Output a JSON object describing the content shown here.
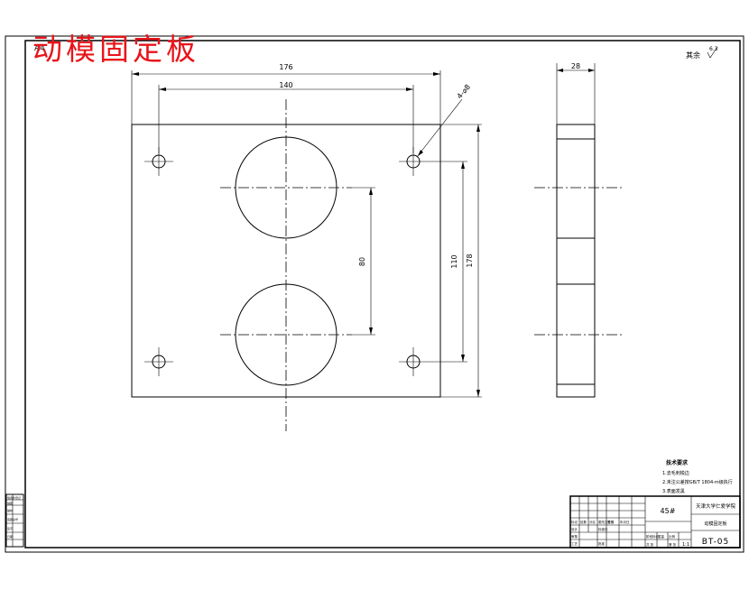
{
  "title": "动模固定板",
  "sheet_size": "A4",
  "roughness_note": "其余",
  "roughness_value": "6.3",
  "dimensions": {
    "overall_width": "176",
    "hole_spacing_x": "140",
    "hole_callout": "4-⌀8",
    "circle_spacing": "80",
    "hole_spacing_y": "110",
    "overall_height": "178",
    "thickness": "28"
  },
  "technical_requirements": {
    "heading": "技术要求",
    "items": [
      "1.去毛刺锐边",
      "2.未注公差按GB/T 1804-m级执行",
      "3.表面发黑"
    ]
  },
  "title_block": {
    "material": "45#",
    "school": "天津大学仁爱学院",
    "part_name": "动模固定板",
    "drawing_number": "BT-05",
    "scale": "1:1",
    "labels": [
      "标记",
      "处数",
      "分区",
      "更改文件号",
      "签名",
      "年月日",
      "设计",
      "标准化",
      "审核",
      "工艺",
      "批准",
      "阶段标记",
      "重量",
      "比例",
      "共 张",
      "第 张"
    ]
  },
  "side_box_labels": [
    "借用件登记",
    "描图",
    "描校",
    "底图总号",
    "签字",
    "日期"
  ]
}
